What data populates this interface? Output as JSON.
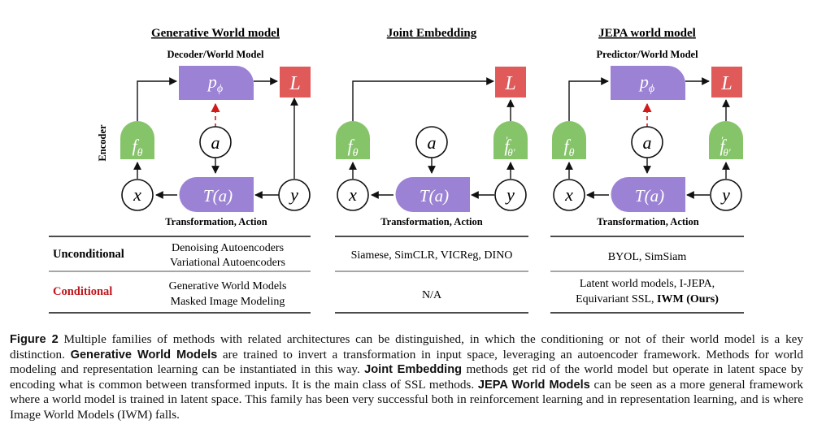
{
  "figure": {
    "panels": [
      {
        "title": "Generative World model",
        "top_label": "Decoder/World Model",
        "side_label": "Encoder",
        "bottom_label": "Transformation, Action",
        "nodes": {
          "f": "f",
          "f_sub": "θ",
          "a": "a",
          "x": "x",
          "y": "y",
          "T": "T(a)",
          "L": "L",
          "p": "p",
          "p_sub": "ϕ"
        }
      },
      {
        "title": "Joint Embedding",
        "top_label": "",
        "bottom_label": "Transformation, Action",
        "nodes": {
          "f": "f",
          "f_sub": "θ",
          "f2": "f",
          "f2_sup": "′",
          "f2_sub": "θ′",
          "a": "a",
          "x": "x",
          "y": "y",
          "T": "T(a)",
          "L": "L"
        }
      },
      {
        "title": "JEPA world model",
        "top_label": "Predictor/World Model",
        "bottom_label": "Transformation, Action",
        "nodes": {
          "f": "f",
          "f_sub": "θ",
          "f2": "f",
          "f2_sup": "′",
          "f2_sub": "θ′",
          "a": "a",
          "x": "x",
          "y": "y",
          "T": "T(a)",
          "L": "L",
          "p": "p",
          "p_sub": "ϕ"
        }
      }
    ],
    "table": {
      "rows": [
        {
          "label": "Unconditional",
          "cells": [
            [
              "Denoising Autoencoders",
              "Variational Autoencoders"
            ],
            [
              "Siamese, SimCLR, VICReg, DINO"
            ],
            [
              "BYOL, SimSiam"
            ]
          ]
        },
        {
          "label": "Conditional",
          "cells": [
            [
              "Generative World Models",
              "Masked Image Modeling"
            ],
            [
              "N/A"
            ],
            [
              "Latent world models, I-JEPA,",
              "Equivariant SSL, "
            ]
          ],
          "bold_suffix": "IWM (Ours)"
        }
      ]
    }
  },
  "caption": {
    "label": "Figure 2",
    "p1": " Multiple families of methods with related architectures can be distinguished, in which the conditioning or not of their world model is a key distinction. ",
    "b1": "Generative World Models",
    "p2": " are trained to invert a transformation in input space, leveraging an autoencoder framework. Methods for world modeling and representation learning can be instantiated in this way. ",
    "b2": "Joint Embedding",
    "p3": " methods get rid of the world model but operate in latent space by encoding what is common between transformed inputs. It is the main class of SSL methods. ",
    "b3": "JEPA World Models",
    "p4": " can be seen as a more general framework where a world model is trained in latent space. This family has been very successful both in reinforcement learning and in representation learning, and is where Image World Models (IWM) falls."
  },
  "colors": {
    "green": "#86c46a",
    "purple": "#9b82d4",
    "red_box": "#e05a5a",
    "conditional_red": "#c0161c",
    "dashed_red": "#d21a1a"
  }
}
